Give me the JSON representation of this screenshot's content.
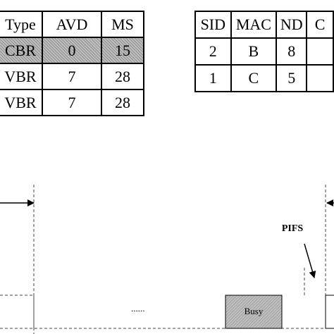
{
  "left_table": {
    "header": [
      "Type",
      "AVD",
      "MS"
    ],
    "rows": [
      [
        "CBR",
        "0",
        "15"
      ],
      [
        "VBR",
        "7",
        "28"
      ],
      [
        "VBR",
        "7",
        "28"
      ]
    ],
    "highlight_color": "#bdbdbd"
  },
  "right_table": {
    "header": [
      "SID",
      "MAC",
      "ND",
      "C"
    ],
    "rows": [
      [
        "2",
        "B",
        "8",
        ""
      ],
      [
        "1",
        "C",
        "5",
        ""
      ]
    ]
  },
  "timeline": {
    "ellipsis": "......",
    "busy_label": "Busy",
    "pifs_label": "PIFS"
  }
}
